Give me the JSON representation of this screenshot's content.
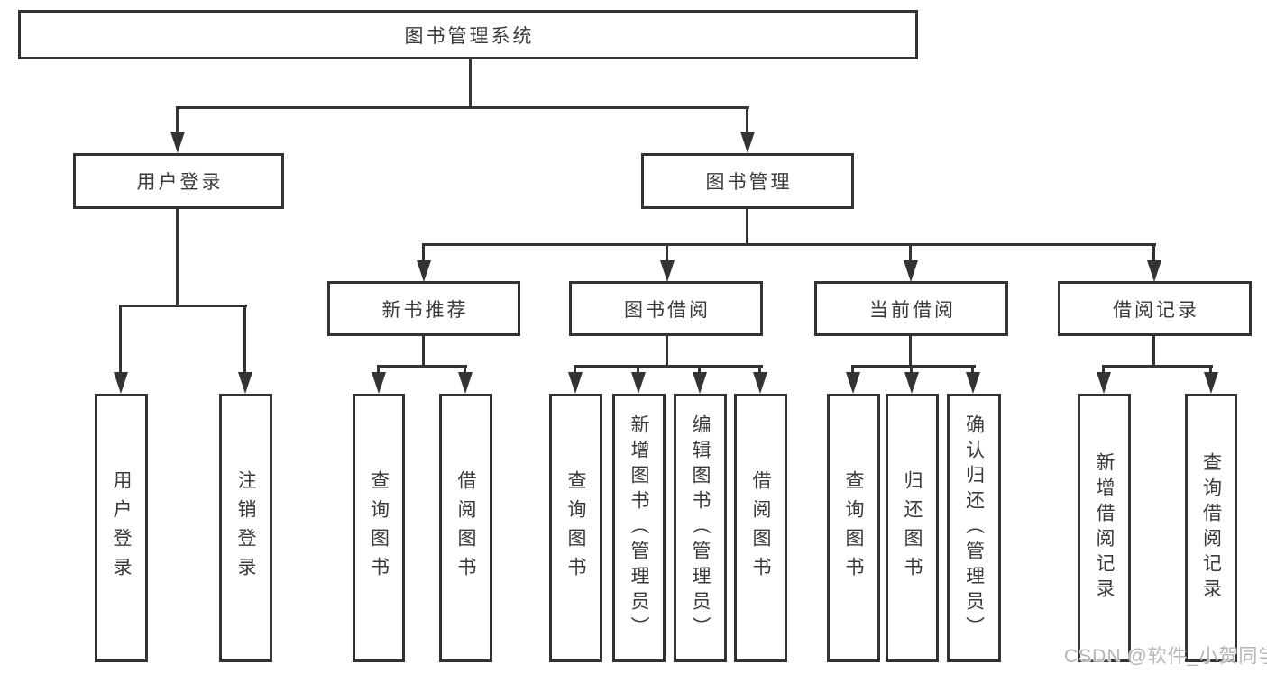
{
  "tree": {
    "root": "图书管理系统",
    "level2": {
      "user_login": "用户登录",
      "book_mgmt": "图书管理"
    },
    "level3": {
      "new_book_rec": "新书推荐",
      "book_borrow": "图书借阅",
      "current_borrow": "当前借阅",
      "borrow_record": "借阅记录"
    },
    "leaves": {
      "user_login": [
        "用户登录",
        "注销登录"
      ],
      "new_book_rec": [
        "查询图书",
        "借阅图书"
      ],
      "book_borrow": [
        "查询图书",
        "新增图书（管理员）",
        "编辑图书（管理员）",
        "借阅图书"
      ],
      "current_borrow": [
        "查询图书",
        "归还图书",
        "确认归还（管理员）"
      ],
      "borrow_record": [
        "新增借阅记录",
        "查询借阅记录"
      ]
    }
  },
  "watermark": "CSDN @软件_小贺同学",
  "colors": {
    "line": "#333333",
    "text": "#3a3a3a",
    "background": "#ffffff",
    "watermark": "#b5b5b5"
  }
}
